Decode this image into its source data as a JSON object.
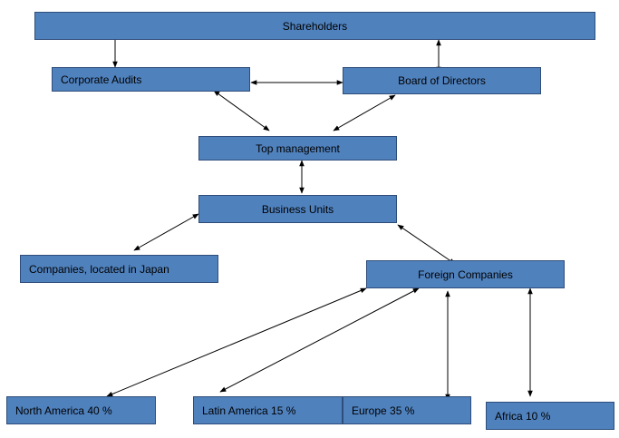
{
  "colors": {
    "box_fill": "#4f81bd",
    "box_border": "#2f4d7a",
    "arrow": "#000000",
    "text": "#000000"
  },
  "nodes": {
    "shareholders": "Shareholders",
    "corporate_audits": "Corporate Audits",
    "board_of_directors": "Board of Directors",
    "top_management": "Top management",
    "business_units": "Business Units",
    "companies_japan": "Companies, located in Japan",
    "foreign_companies": "Foreign Companies",
    "north_america": "North America 40 %",
    "latin_america": "Latin America 15 %",
    "europe": "Europe 35 %",
    "africa": "Africa 10 %"
  },
  "connections": [
    [
      "shareholders",
      "corporate_audits"
    ],
    [
      "shareholders",
      "board_of_directors"
    ],
    [
      "corporate_audits",
      "board_of_directors"
    ],
    [
      "corporate_audits",
      "top_management"
    ],
    [
      "board_of_directors",
      "top_management"
    ],
    [
      "top_management",
      "business_units"
    ],
    [
      "business_units",
      "companies_japan"
    ],
    [
      "business_units",
      "foreign_companies"
    ],
    [
      "foreign_companies",
      "north_america"
    ],
    [
      "foreign_companies",
      "latin_america"
    ],
    [
      "foreign_companies",
      "europe"
    ],
    [
      "foreign_companies",
      "africa"
    ]
  ]
}
